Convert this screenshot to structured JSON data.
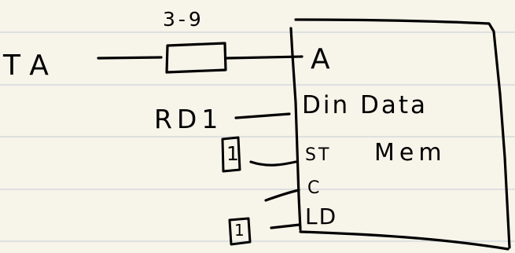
{
  "labels": {
    "range": "3-9",
    "input_ta": "TA",
    "input_rd1": "RD1",
    "const_st": "1",
    "const_ld": "1",
    "port_a": "A",
    "port_din": "Din Data",
    "port_st": "ST",
    "block_name": "Mem",
    "port_c": "C",
    "port_ld": "LD"
  }
}
